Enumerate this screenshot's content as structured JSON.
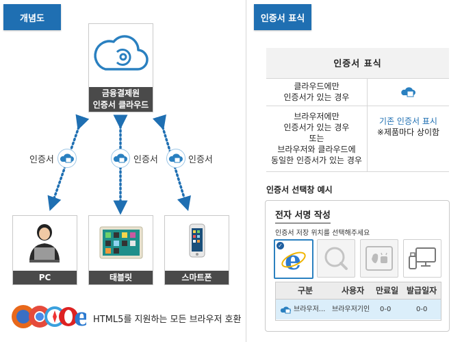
{
  "left": {
    "tag": "개념도",
    "cloud_label_1": "금융결제원",
    "cloud_label_2": "인증서 클라우드",
    "cert_label": "인증서",
    "devices": [
      {
        "label": "PC"
      },
      {
        "label": "태블릿"
      },
      {
        "label": "스마트폰"
      }
    ],
    "browser_text": "HTML5를 지원하는 모든 브라우저 호환"
  },
  "right": {
    "tag": "인증서 표식",
    "table": {
      "header": "인증서 표식",
      "row1_cond_1": "클라우드에만",
      "row1_cond_2": "인증서가 있는 경우",
      "row2_cond_1": "브라우저에만",
      "row2_cond_2": "인증서가 있는 경우",
      "row2_cond_3": "또는",
      "row2_cond_4": "브라우저와 클라우드에",
      "row2_cond_5": "동일한 인증서가 있는 경우",
      "row2_mark_1": "기존 인증서 표시",
      "row2_mark_2": "※제품마다 상이함"
    },
    "example_title": "인증서 선택창 예시",
    "dialog": {
      "title": "전자 서명 작성",
      "instruction": "인증서 저장 위치를 선택해주세요",
      "columns": [
        "구분",
        "사용자",
        "만료일",
        "발급일자"
      ],
      "row": [
        "브라우저...",
        "브라우저기인",
        "0-0",
        "0-0"
      ]
    }
  },
  "colors": {
    "tag_blue": "#1f6fb2",
    "cloud_blue": "#2a80c0",
    "dark_label": "#4a4a4a",
    "row_highlight": "#dbeefa"
  }
}
